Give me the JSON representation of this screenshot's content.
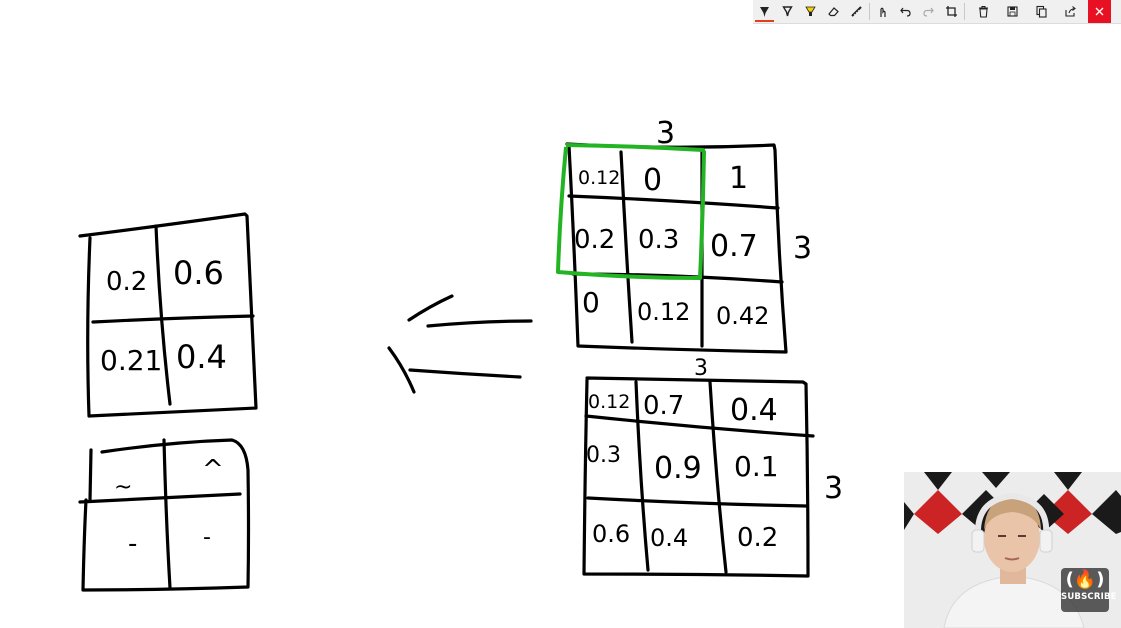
{
  "toolbar": {
    "buttons": [
      {
        "name": "ballpoint-pen-icon"
      },
      {
        "name": "pencil-icon"
      },
      {
        "name": "highlighter-icon"
      },
      {
        "name": "eraser-icon"
      },
      {
        "name": "ruler-icon"
      },
      {
        "name": "touch-writing-icon"
      },
      {
        "name": "undo-icon"
      },
      {
        "name": "redo-icon"
      },
      {
        "name": "crop-icon"
      },
      {
        "name": "delete-icon"
      },
      {
        "name": "save-icon"
      },
      {
        "name": "copy-icon"
      },
      {
        "name": "share-icon"
      },
      {
        "name": "close-icon"
      }
    ],
    "accent": "#e23f1f",
    "close_bg": "#e81123"
  },
  "whiteboard": {
    "ink_color": "#000000",
    "selection_color": "#22b422",
    "input_matrix_a": {
      "col_count_label": "3",
      "row_count_label": "3",
      "cells": [
        "0.12",
        "0",
        "1",
        "0.2",
        "0.3",
        "0.7",
        "0",
        "0.12",
        "0.42"
      ]
    },
    "input_matrix_b": {
      "col_count_label": "3",
      "row_count_label": "3",
      "cells": [
        "0.12",
        "0.7",
        "0.4",
        "0.3",
        "0.9",
        "0.1",
        "0.6",
        "0.4",
        "0.2"
      ]
    },
    "pooled_matrix_a": {
      "cells": [
        "0.2",
        "0.6",
        "0.21",
        "0.4"
      ]
    },
    "pooled_matrix_b": {
      "cells": [
        "~",
        "^",
        "-",
        "-"
      ]
    }
  },
  "webcam": {
    "badge_logo": "(🔥)",
    "badge_text": "SUBSCRIBE"
  }
}
